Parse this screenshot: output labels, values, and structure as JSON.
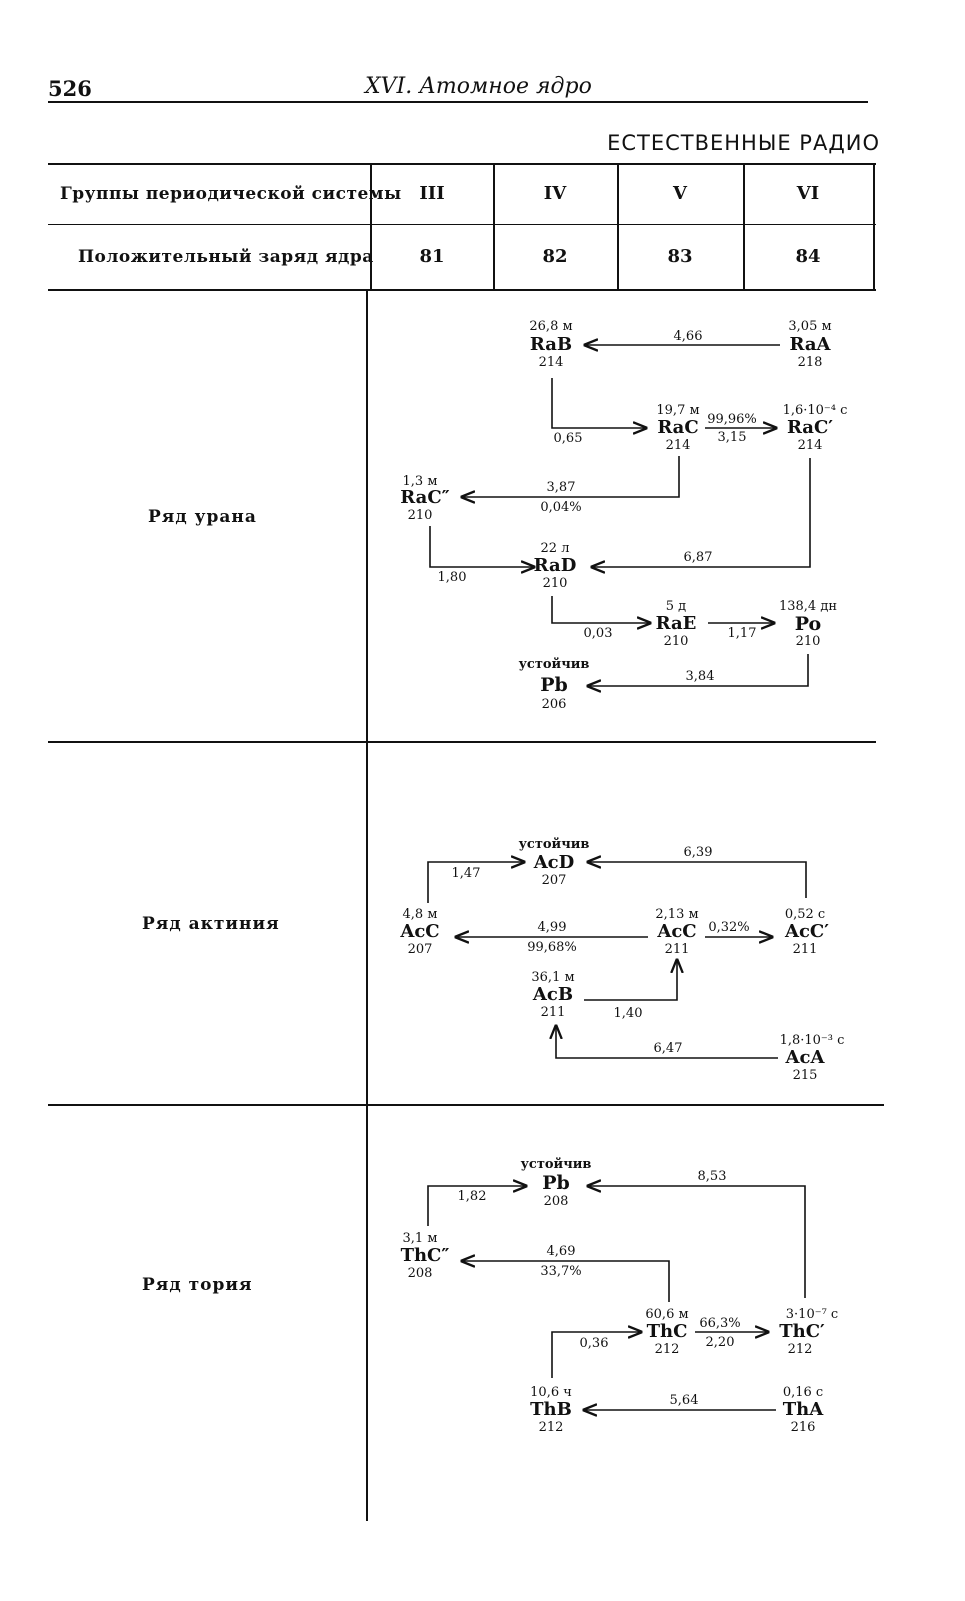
{
  "page": {
    "number": "526",
    "running_title": "XVI. Атомное ядро"
  },
  "table_title": "ЕСТЕСТВЕННЫЕ РАДИО",
  "header": {
    "groups_label": "Группы периодической системы",
    "charge_label": "Положительный заряд ядра",
    "groups": [
      "III",
      "IV",
      "V",
      "VI"
    ],
    "charges": [
      "81",
      "82",
      "83",
      "84"
    ]
  },
  "series": [
    {
      "label": "Ряд урана",
      "nuclides": {
        "RaB": {
          "symbol": "RaB",
          "half_life": "26,8 м",
          "mass": "214"
        },
        "RaA": {
          "symbol": "RaA",
          "half_life": "3,05 м",
          "mass": "218"
        },
        "RaC": {
          "symbol": "RaC",
          "half_life": "19,7 м",
          "mass": "214"
        },
        "RaC1": {
          "symbol": "RaC′",
          "half_life": "1,6·10⁻⁴ с",
          "mass": "214"
        },
        "RaC2": {
          "symbol": "RaC″",
          "half_life": "1,3 м",
          "mass": "210"
        },
        "RaD": {
          "symbol": "RaD",
          "half_life": "22 л",
          "mass": "210"
        },
        "RaE": {
          "symbol": "RaE",
          "half_life": "5 д",
          "mass": "210"
        },
        "Po": {
          "symbol": "Po",
          "half_life": "138,4 дн",
          "mass": "210"
        },
        "Pb": {
          "symbol": "Pb",
          "half_life": "устойчив",
          "mass": "206"
        }
      },
      "transitions": {
        "RaA_RaB": "4,66",
        "RaB_RaC": "0,65",
        "RaC_RaC1": "3,15",
        "RaC_RaC1_pct": "99,96%",
        "RaC_RaC2": "3,87",
        "RaC_RaC2_pct": "0,04%",
        "RaC2_RaD": "1,80",
        "RaC1_RaD": "6,87",
        "RaD_RaE": "0,03",
        "RaE_Po": "1,17",
        "Po_Pb": "3,84"
      }
    },
    {
      "label": "Ряд актиния",
      "nuclides": {
        "AcD": {
          "symbol": "AcD",
          "half_life": "устойчив",
          "mass": "207"
        },
        "AcC2": {
          "symbol": "AcC",
          "half_life": "4,8 м",
          "mass": "207"
        },
        "AcC": {
          "symbol": "AcC",
          "half_life": "2,13 м",
          "mass": "211"
        },
        "AcC1": {
          "symbol": "AcC′",
          "half_life": "0,52 с",
          "mass": "211"
        },
        "AcB": {
          "symbol": "AcB",
          "half_life": "36,1 м",
          "mass": "211"
        },
        "AcA": {
          "symbol": "AcA",
          "half_life": "1,8·10⁻³ с",
          "mass": "215"
        }
      },
      "transitions": {
        "AcC1_AcD": "6,39",
        "AcC2_AcD": "1,47",
        "AcC_AcC2": "4,99",
        "AcC_AcC2_pct": "99,68%",
        "AcC_AcC1_pct": "0,32%",
        "AcB_AcC": "1,40",
        "AcA_AcB": "6,47"
      }
    },
    {
      "label": "Ряд тория",
      "nuclides": {
        "Pb": {
          "symbol": "Pb",
          "half_life": "устойчив",
          "mass": "208"
        },
        "ThC2": {
          "symbol": "ThC″",
          "half_life": "3,1 м",
          "mass": "208"
        },
        "ThC": {
          "symbol": "ThC",
          "half_life": "60,6 м",
          "mass": "212"
        },
        "ThC1": {
          "symbol": "ThC′",
          "half_life": "3·10⁻⁷ с",
          "mass": "212"
        },
        "ThB": {
          "symbol": "ThB",
          "half_life": "10,6 ч",
          "mass": "212"
        },
        "ThA": {
          "symbol": "ThA",
          "half_life": "0,16 с",
          "mass": "216"
        }
      },
      "transitions": {
        "ThC1_Pb": "8,53",
        "ThC2_Pb": "1,82",
        "ThC_ThC2": "4,69",
        "ThC_ThC2_pct": "33,7%",
        "ThB_ThC": "0,36",
        "ThC_ThC1_pct": "66,3%",
        "ThC_ThC1": "2,20",
        "ThA_ThB": "5,64"
      }
    }
  ]
}
